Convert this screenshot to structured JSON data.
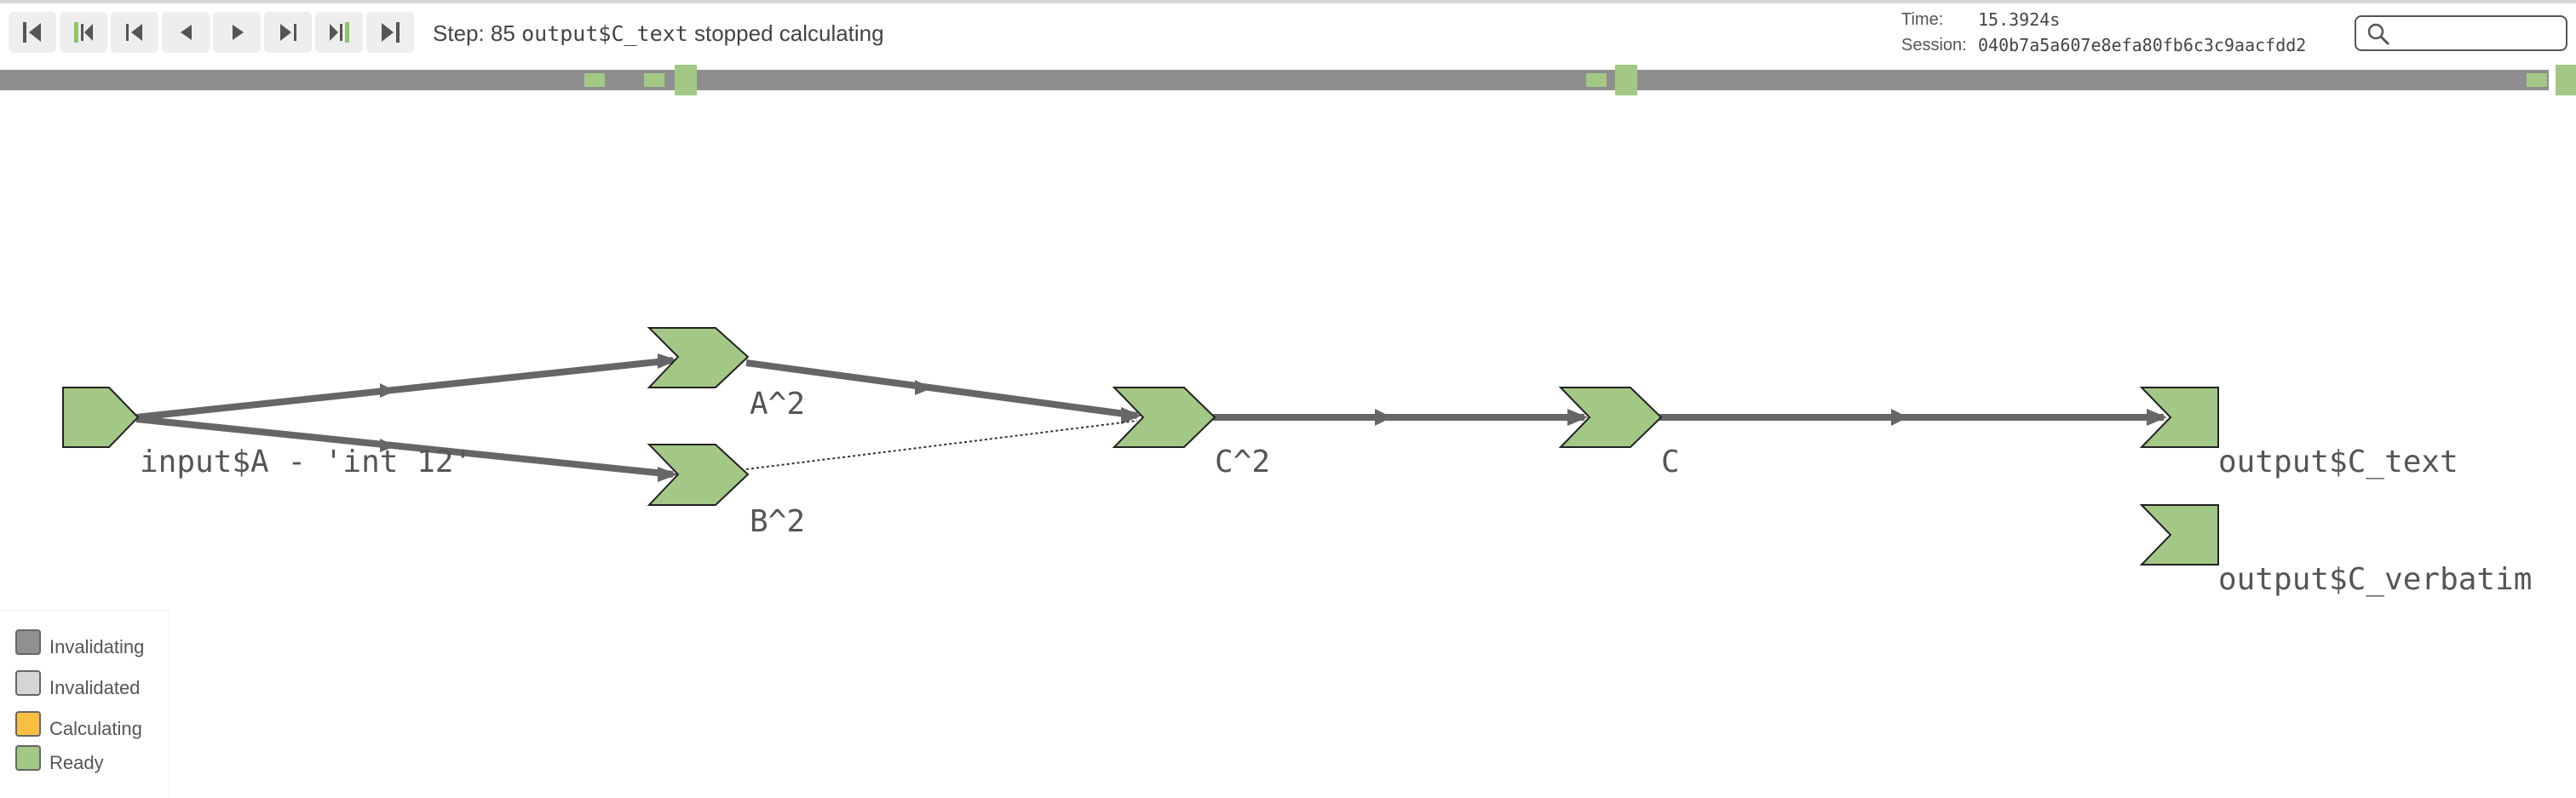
{
  "toolbar": {
    "buttons": [
      {
        "name": "first-step-button",
        "icon": "skip-to-start-icon"
      },
      {
        "name": "prev-ready-button",
        "icon": "prev-ready-icon"
      },
      {
        "name": "prev-cycle-button",
        "icon": "prev-cycle-icon"
      },
      {
        "name": "prev-step-button",
        "icon": "step-back-icon"
      },
      {
        "name": "next-step-button",
        "icon": "step-forward-icon"
      },
      {
        "name": "next-cycle-button",
        "icon": "next-cycle-icon"
      },
      {
        "name": "next-ready-button",
        "icon": "next-ready-icon"
      },
      {
        "name": "last-step-button",
        "icon": "skip-to-end-icon"
      }
    ],
    "status_prefix": "Step: 85",
    "status_code": "output$C_text",
    "status_suffix": "stopped calculating"
  },
  "session": {
    "time_label": "Time:",
    "time_value": "15.3924s",
    "session_label": "Session:",
    "session_value": "040b7a5a607e8efa80fb6c3c9aacfdd2"
  },
  "search": {
    "placeholder": "",
    "icon": "search-icon"
  },
  "colors": {
    "ready": "#a3c886",
    "calculating": "#f8bf41",
    "invalidated": "#d5d5d5",
    "invalidating": "#909090",
    "edge": "#666666"
  },
  "graph": {
    "nodes": [
      {
        "id": "input",
        "label": "input$A - 'int 12'",
        "state": "Ready"
      },
      {
        "id": "a2",
        "label": "A^2",
        "state": "Ready"
      },
      {
        "id": "b2",
        "label": "B^2",
        "state": "Ready"
      },
      {
        "id": "c2",
        "label": "C^2",
        "state": "Ready"
      },
      {
        "id": "c",
        "label": "C",
        "state": "Ready"
      },
      {
        "id": "out_text",
        "label": "output$C_text",
        "state": "Ready"
      },
      {
        "id": "out_verbatim",
        "label": "output$C_verbatim",
        "state": "Ready"
      }
    ]
  },
  "legend": [
    {
      "label": "Invalidating",
      "color": "#909090"
    },
    {
      "label": "Invalidated",
      "color": "#d5d5d5"
    },
    {
      "label": "Calculating",
      "color": "#f8bf41"
    },
    {
      "label": "Ready",
      "color": "#a3c886"
    }
  ]
}
